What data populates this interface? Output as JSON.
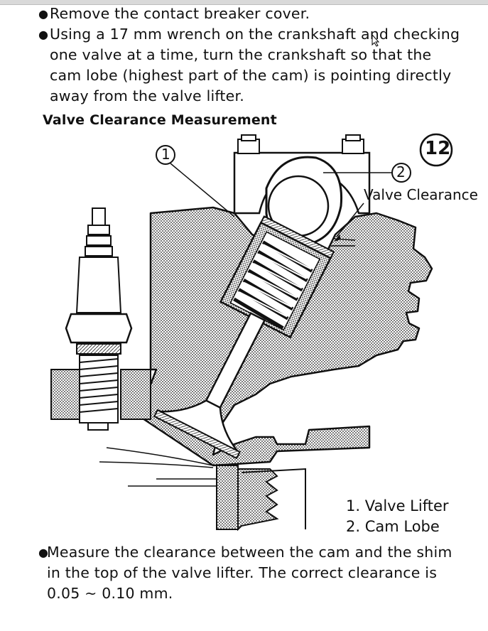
{
  "bullets_top": [
    [
      "Remove the contact breaker cover."
    ],
    [
      "Using a 17 mm wrench on the crankshaft and checking",
      "one valve at a time, turn the crankshaft so that the",
      "cam lobe (highest part of the cam) is pointing directly",
      "away from the valve lifter."
    ]
  ],
  "heading": "Valve Clearance Measurement",
  "figure": {
    "number": "12",
    "callout_1": "1",
    "callout_2": "2",
    "valve_clearance_label": "Valve Clearance",
    "legend": [
      "1. Valve Lifter",
      "2. Cam Lobe"
    ]
  },
  "bullets_bottom": [
    [
      "Measure the clearance between the cam and the shim",
      "in the top of the valve lifter. The correct clearance is",
      "0.05 ~ 0.10 mm."
    ]
  ]
}
